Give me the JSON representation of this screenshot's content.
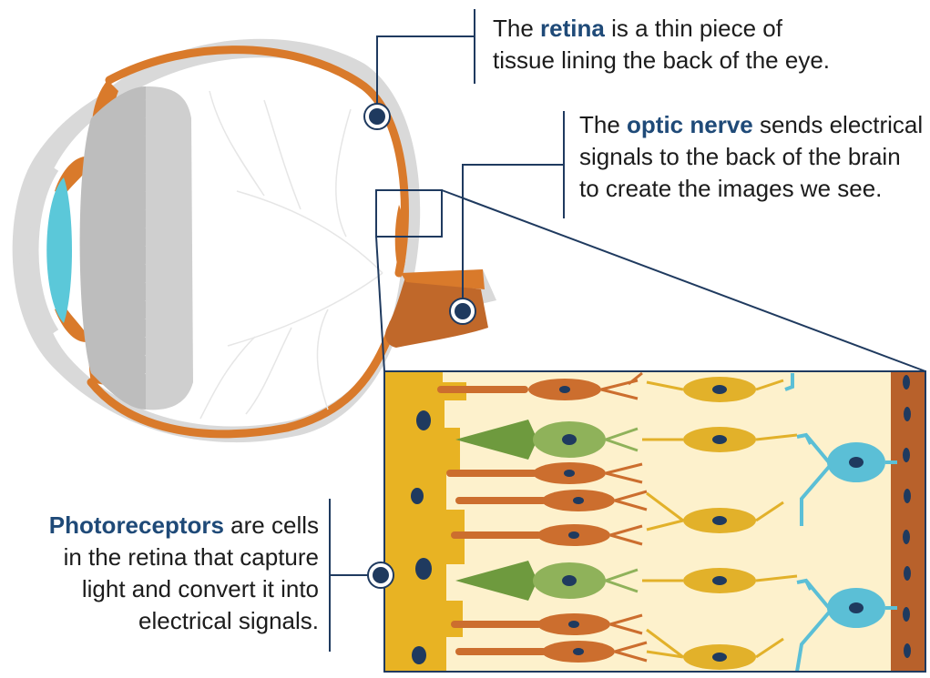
{
  "callouts": {
    "retina": {
      "prefix": "The ",
      "term": "retina",
      "rest": " is a thin piece of",
      "line2": "tissue lining the back of the eye."
    },
    "optic_nerve": {
      "prefix": "The ",
      "term": "optic nerve",
      "rest": " sends electrical",
      "line2": "signals to the back of the brain",
      "line3": "to create the images we see."
    },
    "photoreceptors": {
      "term": "Photoreceptors",
      "rest": " are cells",
      "line2": "in the retina that capture",
      "line3": "light and convert it into",
      "line4": "electrical signals."
    }
  },
  "colors": {
    "sclera_gray": "#d9d9d9",
    "choroid_orange": "#d97a2b",
    "optic_nerve_brown": "#c0682a",
    "lens_gray": "#bdbdbd",
    "cornea_cyan": "#5bc8d9",
    "callout_navy": "#1f3a5f",
    "highlight_blue": "#1f4a78",
    "retina_bg": "#fdf1cc",
    "rpe_yellow": "#e8b323",
    "rod_orange": "#cc6e2e",
    "cone_green": "#8fb25a",
    "bipolar_yellow": "#e2b12a",
    "ganglion_cyan": "#5bbfd6",
    "nerve_brown": "#b8612b"
  },
  "icons": [
    "marker-icon-retina",
    "marker-icon-optic-nerve",
    "marker-icon-photoreceptors"
  ]
}
